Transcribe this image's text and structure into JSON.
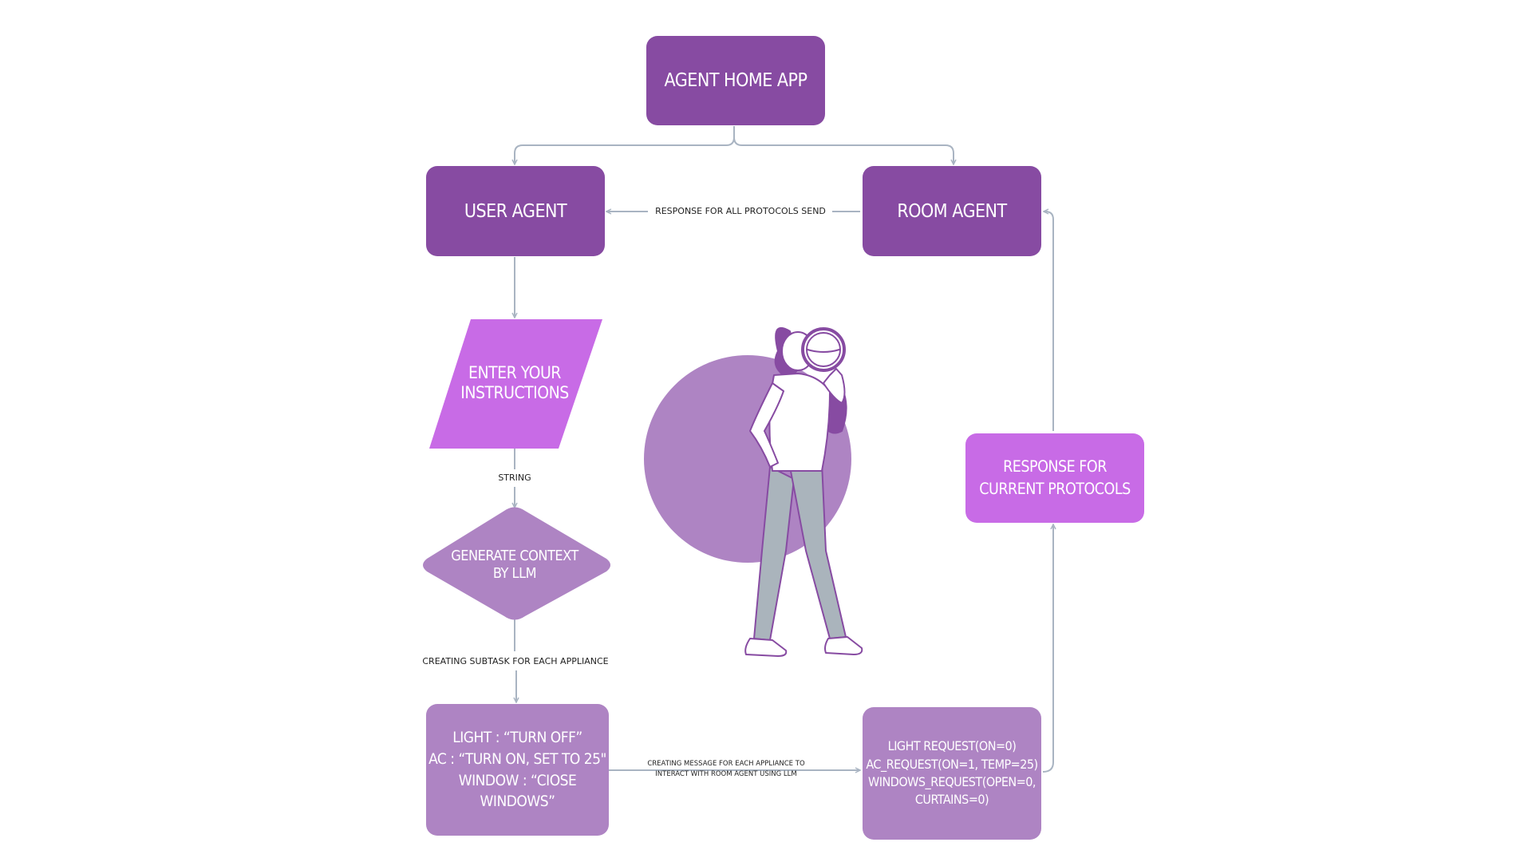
{
  "nodes": {
    "agent_home_app": "AGENT HOME APP",
    "user_agent": "USER AGENT",
    "room_agent": "ROOM AGENT",
    "enter_instructions": "ENTER YOUR\nINSTRUCTIONS",
    "generate_context": "GENERATE CONTEXT\nBY LLM",
    "appliance_commands": "LIGHT : “TURN OFF”\nAC : “TURN ON, SET TO 25\"\nWINDOW : “CIOSE\nWINDOWS”",
    "requests": "LIGHT REQUEST(ON=0)\nAC_REQUEST(ON=1, TEMP=25)\nWINDOWS_REQUEST(OPEN=0,\nCURTAINS=0)",
    "response_current": "RESPONSE FOR\nCURRENT PROTOCOLS"
  },
  "edges": {
    "response_all": "RESPONSE FOR ALL PROTOCOLS SEND",
    "string": "STRING",
    "subtask": "CREATING SUBTASK FOR EACH APPLIANCE",
    "creating_message": "CREATING MESSAGE FOR EACH APPLIANCE TO\nINTERACT WITH ROOM AGENT USING LLM"
  },
  "colors": {
    "dark_purple": "#874ba2",
    "light_purple": "#ae84c3",
    "pink_purple": "#c86be6",
    "connector": "#a9b4c2"
  }
}
